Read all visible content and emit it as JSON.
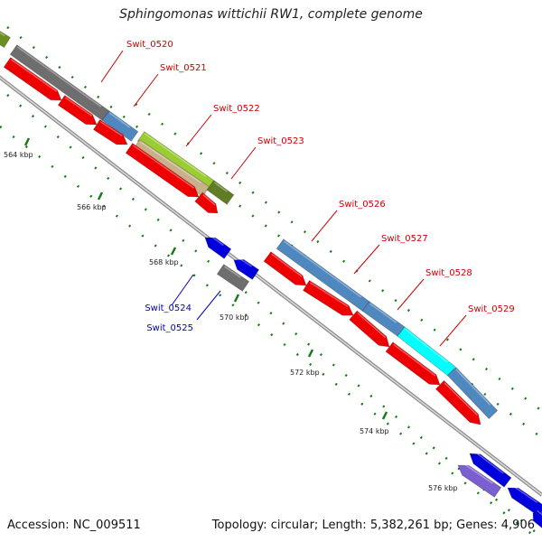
{
  "title": "Sphingomonas wittichii RW1, complete genome",
  "footer": {
    "accession_label": "Accession:",
    "accession": "NC_009511",
    "topology_label": "Topology:",
    "topology": "circular",
    "length_label": "Length:",
    "length": "5,382,261 bp",
    "genes_label": "Genes:",
    "genes": "4,906"
  },
  "colors": {
    "forward_labels": "#cc0000",
    "reverse_labels": "#0000bb",
    "backbone": "#8c8c8c",
    "ticks": "#1a7a1a"
  },
  "kbp_ticks": [
    "564 kbp",
    "566 kbp",
    "568 kbp",
    "570 kbp",
    "572 kbp",
    "574 kbp",
    "576 kbp"
  ],
  "gene_labels": [
    {
      "name": "Swit_0520",
      "strand": "forward"
    },
    {
      "name": "Swit_0521",
      "strand": "forward"
    },
    {
      "name": "Swit_0522",
      "strand": "forward"
    },
    {
      "name": "Swit_0523",
      "strand": "forward"
    },
    {
      "name": "Swit_0524",
      "strand": "reverse"
    },
    {
      "name": "Swit_0525",
      "strand": "reverse"
    },
    {
      "name": "Swit_0526",
      "strand": "forward"
    },
    {
      "name": "Swit_0527",
      "strand": "forward"
    },
    {
      "name": "Swit_0528",
      "strand": "forward"
    },
    {
      "name": "Swit_0529",
      "strand": "forward"
    }
  ]
}
